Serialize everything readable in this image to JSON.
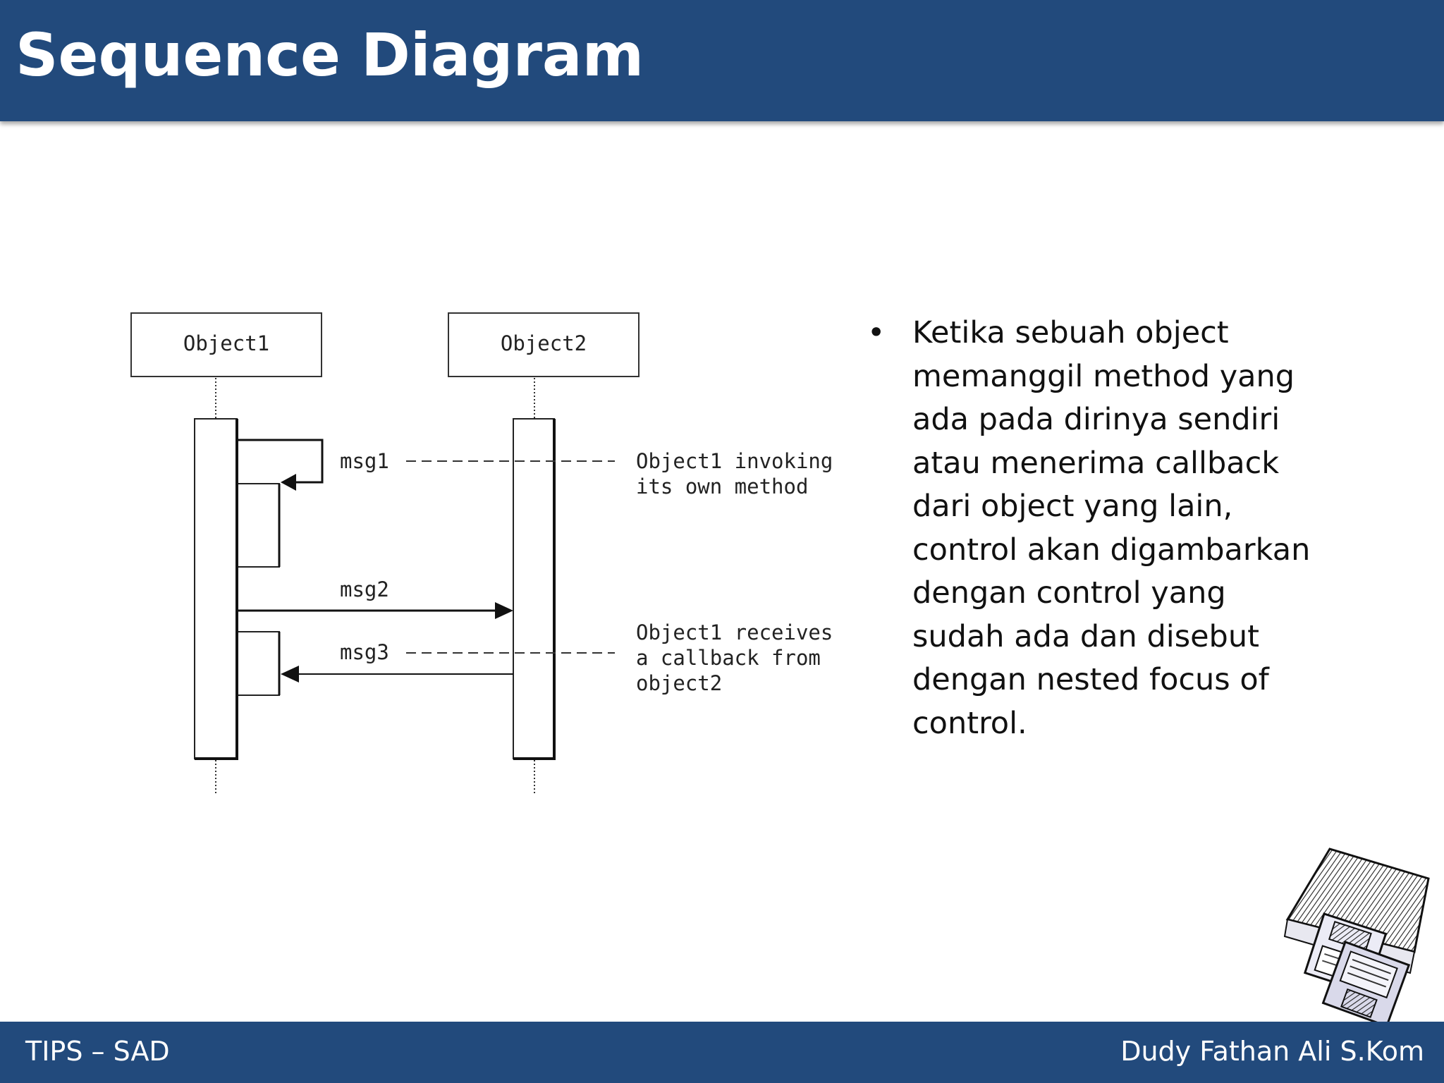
{
  "slide": {
    "title": "Sequence Diagram"
  },
  "diagram": {
    "objects": [
      "Object1",
      "Object2"
    ],
    "messages": [
      "msg1",
      "msg2",
      "msg3"
    ],
    "notes": {
      "note1": [
        "Object1 invoking",
        "its own method"
      ],
      "note2": [
        "Object1 receives",
        "a callback from",
        "object2"
      ]
    }
  },
  "bullet": {
    "glyph": "•",
    "text": "Ketika sebuah object memanggil method yang ada pada dirinya sendiri atau menerima callback dari object yang lain, control akan digambarkan dengan control yang sudah ada dan disebut dengan nested focus of control."
  },
  "clipart": {
    "icon": "floppy-disks-icon"
  },
  "footer": {
    "left": "TIPS – SAD",
    "right": "Dudy Fathan Ali S.Kom"
  },
  "colors": {
    "header_footer": "#224a7c",
    "text": "#111111"
  }
}
